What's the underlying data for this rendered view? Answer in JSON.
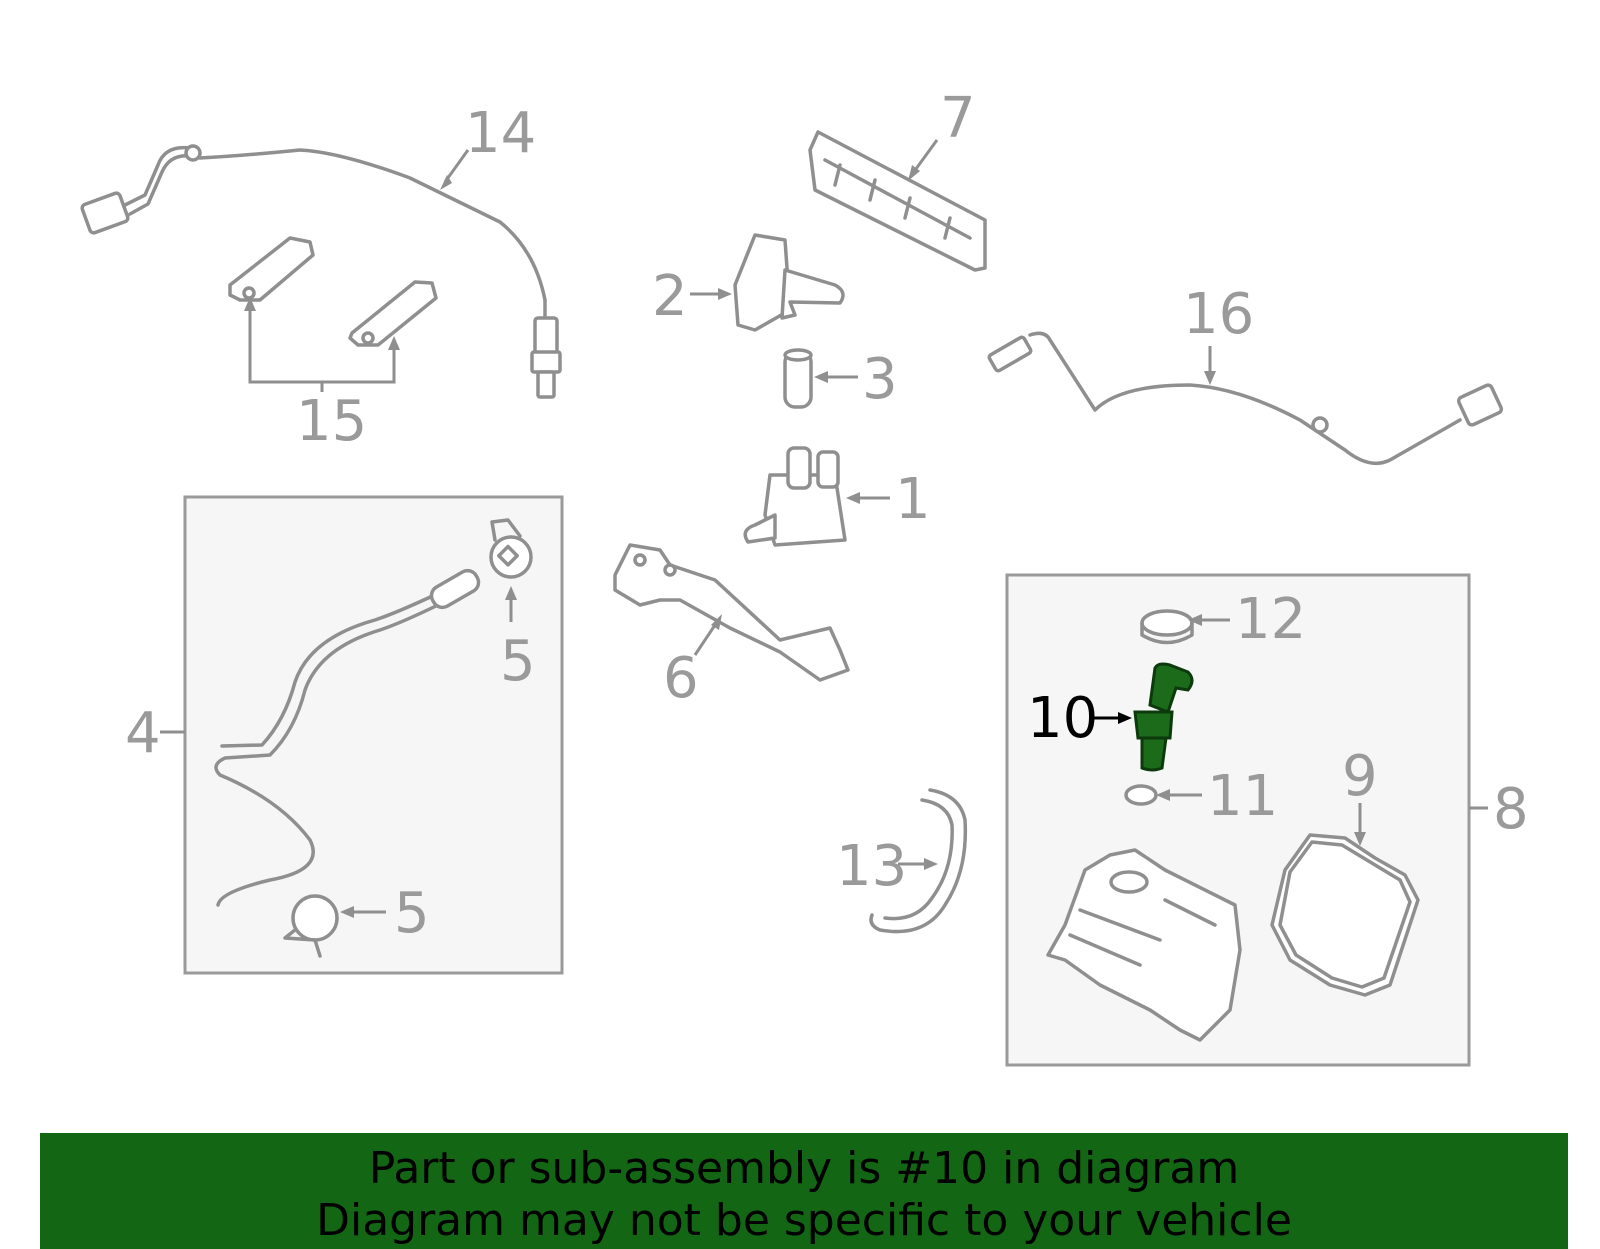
{
  "callouts": {
    "c1": "1",
    "c2": "2",
    "c3": "3",
    "c4": "4",
    "c5a": "5",
    "c5b": "5",
    "c6": "6",
    "c7": "7",
    "c8": "8",
    "c9": "9",
    "c10": "10",
    "c11": "11",
    "c12": "12",
    "c13": "13",
    "c14": "14",
    "c15": "15",
    "c16": "16"
  },
  "highlight": {
    "part": "10",
    "color": "#1b6b1b"
  },
  "footer": {
    "line1": "Part or sub-assembly is #10 in diagram",
    "line2": "Diagram may not be specific to your vehicle",
    "background": "#136613"
  }
}
